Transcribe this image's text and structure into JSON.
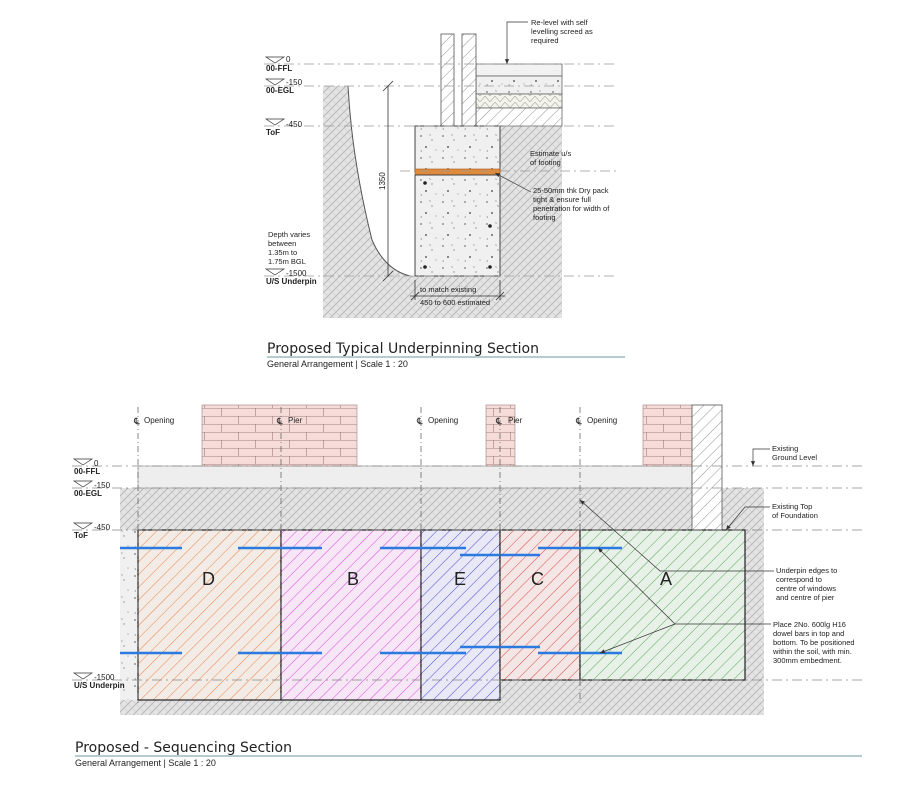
{
  "section1": {
    "title": "Proposed Typical Underpinning Section",
    "subtitle": "General Arrangement | Scale  1 : 20",
    "levels": [
      {
        "value": "0",
        "name": "00-FFL"
      },
      {
        "value": "-150",
        "name": "00-EGL"
      },
      {
        "value": "-450",
        "name": "ToF"
      },
      {
        "value": "-1500",
        "name": "U/S Underpin"
      }
    ],
    "notes": {
      "relevel": [
        "Re-level with self",
        "levelling screed as",
        "required"
      ],
      "estimate": [
        "Estimate u/s",
        "of footing"
      ],
      "drypack": [
        "25-50mm thk Dry pack",
        "tight & ensure full",
        "penetration for width of",
        "footing"
      ],
      "depth": [
        "Depth varies",
        "between",
        "1.35m to",
        "1.75m BGL"
      ]
    },
    "dims": {
      "vertical": "1350",
      "match": "to match existing",
      "width": "450 to 600 estimated"
    }
  },
  "section2": {
    "title": "Proposed - Sequencing Section",
    "subtitle": "General Arrangement | Scale  1 : 20",
    "levels": [
      {
        "value": "0",
        "name": "00-FFL"
      },
      {
        "value": "-150",
        "name": "00-EGL"
      },
      {
        "value": "-450",
        "name": "ToF"
      },
      {
        "value": "-1500",
        "name": "U/S Underpin"
      }
    ],
    "grids": [
      {
        "sym": "℄",
        "label": "Opening"
      },
      {
        "sym": "℄",
        "label": "Pier"
      },
      {
        "sym": "℄",
        "label": "Opening"
      },
      {
        "sym": "℄",
        "label": "Pier"
      },
      {
        "sym": "℄",
        "label": "Opening"
      }
    ],
    "panels": [
      "D",
      "B",
      "E",
      "C",
      "A"
    ],
    "notes": {
      "ground": [
        "Existing",
        "Ground Level"
      ],
      "top": [
        "Existing Top",
        "of Foundation"
      ],
      "edges": [
        "Underpin edges to",
        "correspond to",
        "centre of windows",
        "and centre of pier"
      ],
      "dowels": [
        "Place 2No. 600lg H16",
        "dowel bars in top and",
        "bottom. To be positioned",
        "within the soil, with min.",
        "300mm embedment."
      ]
    }
  },
  "colors": {
    "panel_d": "#e8834a",
    "panel_b": "#d84ad8",
    "panel_e": "#4a4ad0",
    "panel_c": "#d84a4a",
    "panel_a": "#5aa85a",
    "dowel": "#2a7ae0",
    "brick": "#f5dcd8",
    "title_rule": "#6a9aa0"
  },
  "icons": [
    "level-marker-icon",
    "centerline-icon"
  ]
}
